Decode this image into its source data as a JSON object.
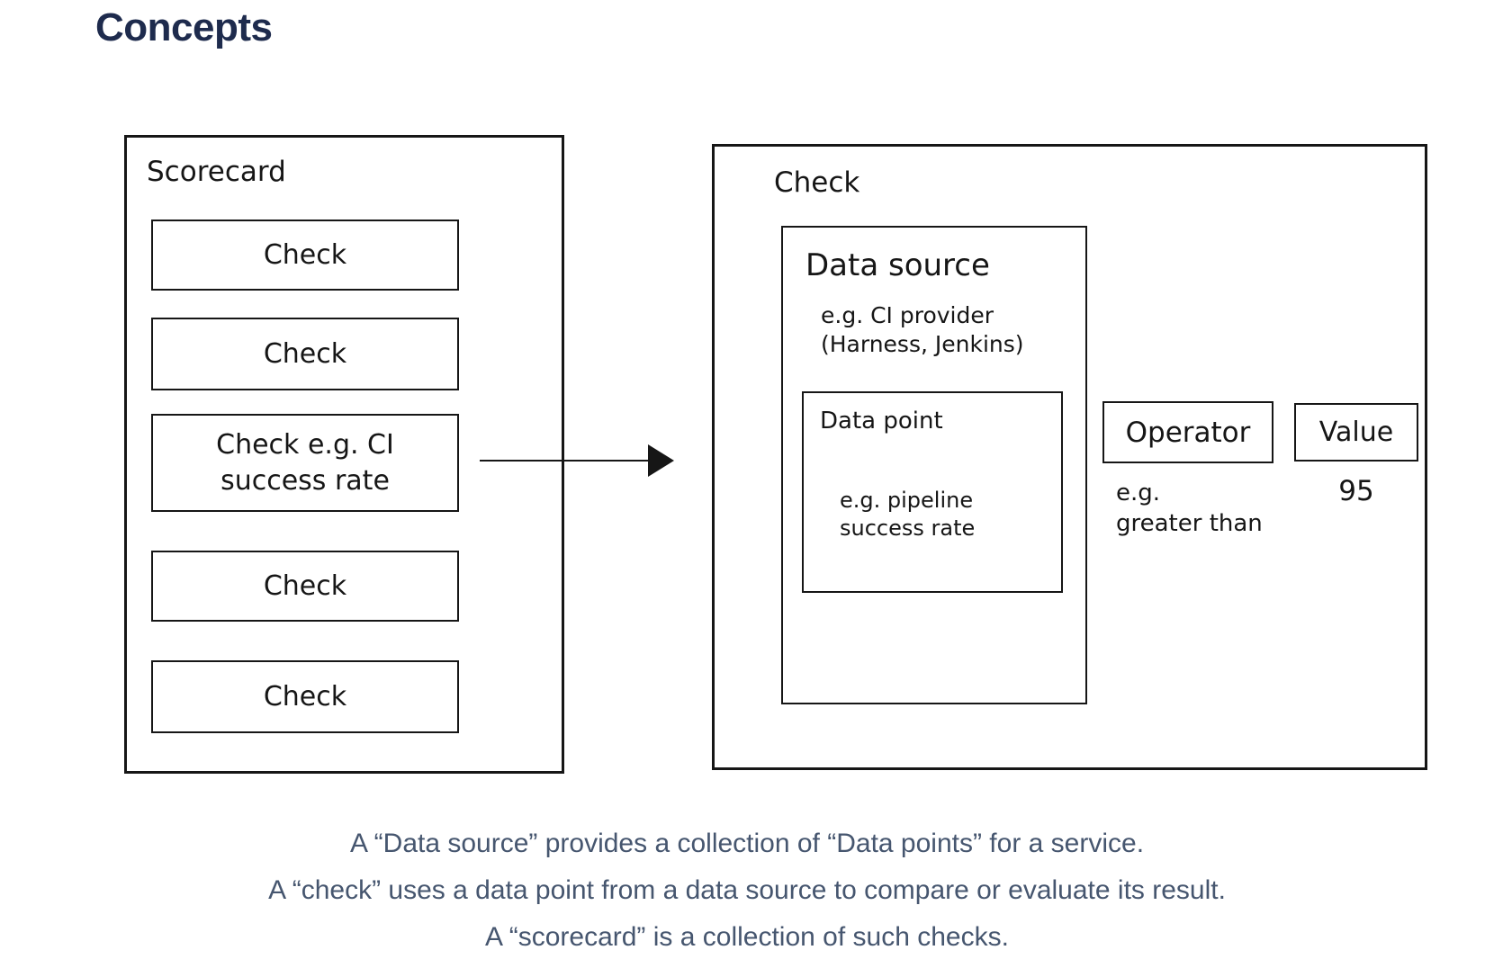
{
  "page": {
    "title": "Concepts"
  },
  "colors": {
    "title_text": "#1e2b4d",
    "caption_text": "#46566f",
    "diagram_stroke": "#161616",
    "background": "#ffffff"
  },
  "scorecard": {
    "label": "Scorecard",
    "checks": [
      [
        "Check"
      ],
      [
        "Check"
      ],
      [
        "Check e.g. CI",
        "success rate"
      ],
      [
        "Check"
      ],
      [
        "Check"
      ]
    ]
  },
  "check_panel": {
    "label": "Check",
    "data_source": {
      "title": "Data source",
      "example_lines": [
        "e.g. CI provider",
        "(Harness, Jenkins)"
      ],
      "data_point": {
        "title": "Data point",
        "example_lines": [
          "e.g. pipeline",
          "success rate"
        ]
      }
    },
    "operator": {
      "label": "Operator",
      "example_lines": [
        "e.g.",
        "greater than"
      ]
    },
    "value": {
      "label": "Value",
      "example": "95"
    }
  },
  "caption": {
    "lines": [
      "A “Data source” provides a collection of “Data points” for a service.",
      "A “check” uses a data point from a data source to compare or evaluate its result.",
      "A “scorecard” is a collection of such checks."
    ]
  }
}
